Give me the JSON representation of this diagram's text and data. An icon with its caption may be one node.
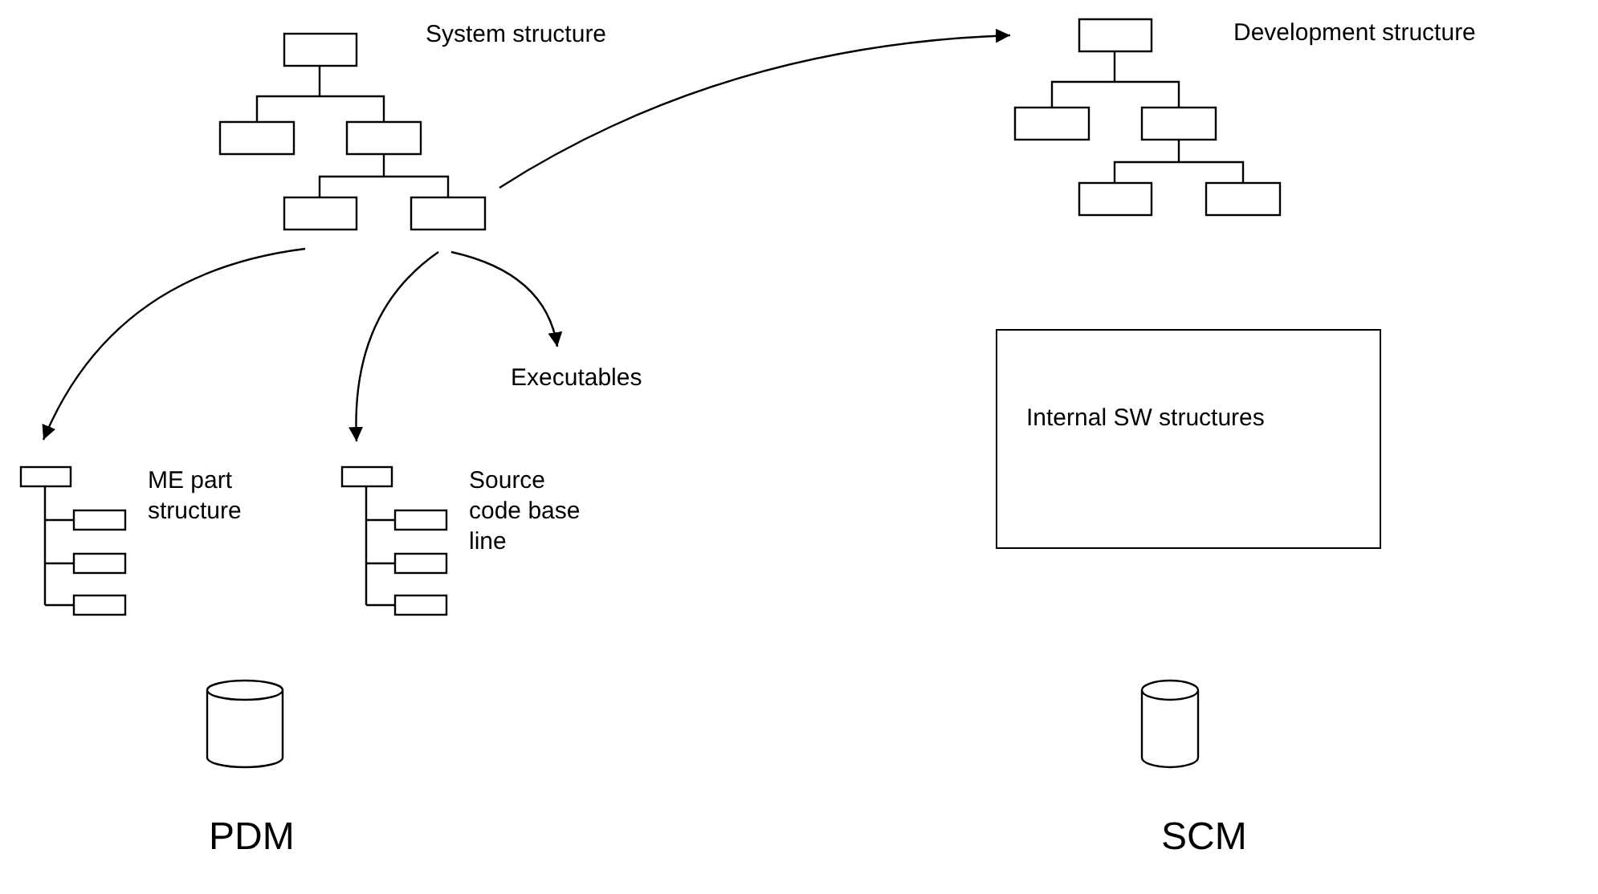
{
  "diagram": {
    "nodes": [
      {
        "text": [
          "System structure"
        ]
      },
      {
        "text": [
          "Development structure"
        ]
      },
      {
        "text": [
          "Executables"
        ]
      },
      {
        "text": [
          "ME part structure"
        ]
      },
      {
        "text": [
          "Source code base line"
        ]
      },
      {
        "text": [
          "Internal SW structures"
        ]
      },
      {
        "text": [
          "PDM"
        ]
      },
      {
        "text": [
          "SCM"
        ]
      }
    ],
    "edges": [
      {
        "from": 0,
        "to": 1,
        "arrow": "to"
      },
      {
        "from": 0,
        "to": 3,
        "arrow": "to"
      },
      {
        "from": 0,
        "to": 4,
        "arrow": "to"
      },
      {
        "from": 0,
        "to": 2,
        "arrow": "to"
      }
    ]
  }
}
